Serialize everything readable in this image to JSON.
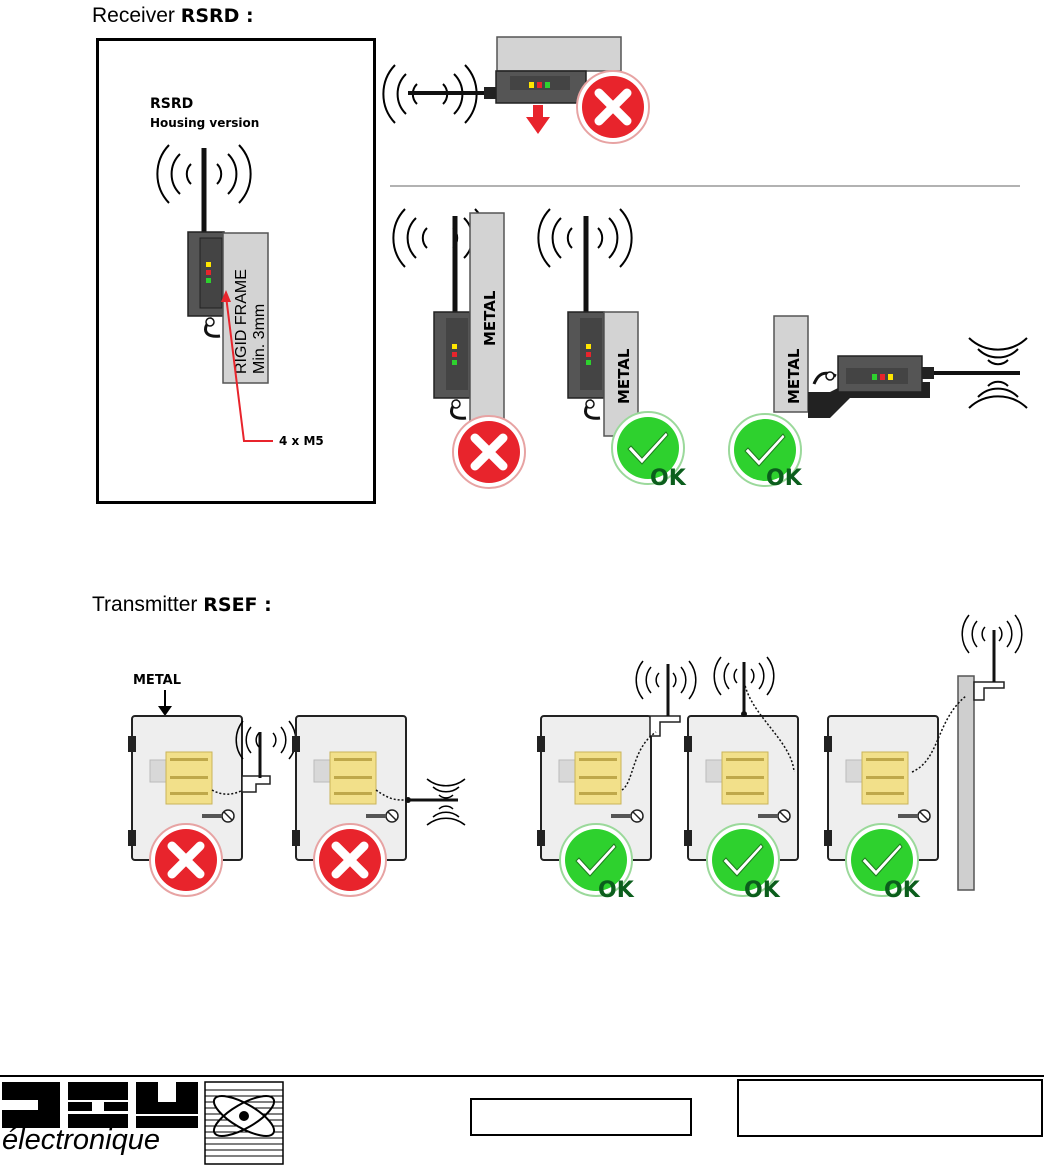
{
  "receiver": {
    "prefix": "Receiver",
    "model": "RSRD :",
    "product_name": "RSRD",
    "product_subtitle": "Housing version",
    "frame_label_1": "RIGID FRAME",
    "frame_label_2": "Min. 3mm",
    "screw_label": "4 x M5",
    "metal_label": "METAL",
    "ok_label": "OK"
  },
  "transmitter": {
    "prefix": "Transmitter",
    "model": "RSEF :",
    "metal_label": "METAL",
    "ok_label": "OK"
  },
  "footer": {
    "logo_word": "électronique",
    "box_1_text": "",
    "box_2_text": ""
  },
  "colors": {
    "ok_green": "#2ed12e",
    "not_ok_red": "#e8242c",
    "device_dark": "#555555",
    "metal_gray": "#cfcfcf",
    "relay_yellow": "#f2e08a"
  }
}
